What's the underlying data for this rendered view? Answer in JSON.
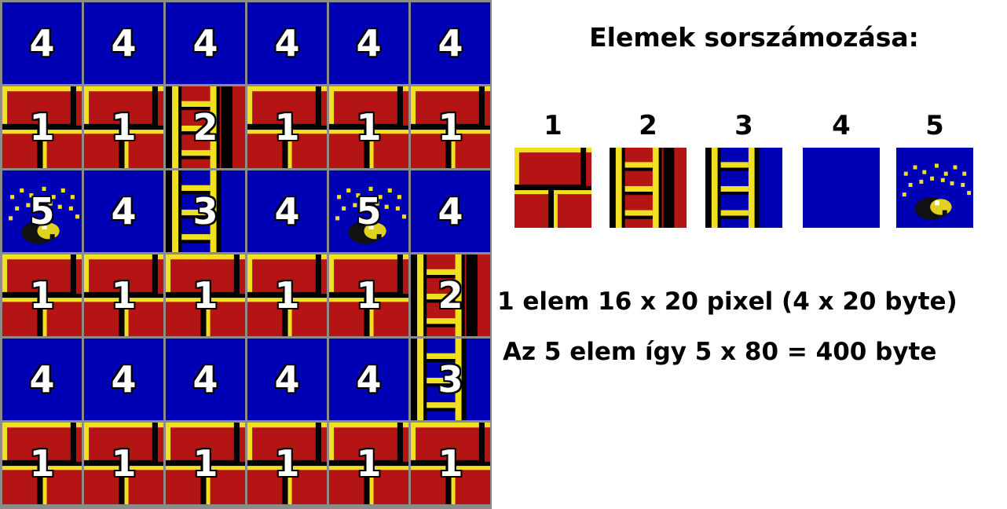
{
  "grid": {
    "rows": [
      [
        "4",
        "4",
        "4",
        "4",
        "4",
        "4"
      ],
      [
        "1",
        "1",
        "2",
        "1",
        "1",
        "1"
      ],
      [
        "5",
        "4",
        "3",
        "4",
        "5",
        "4"
      ],
      [
        "1",
        "1",
        "1",
        "1",
        "1",
        "2"
      ],
      [
        "4",
        "4",
        "4",
        "4",
        "4",
        "3"
      ],
      [
        "1",
        "1",
        "1",
        "1",
        "1",
        "1"
      ]
    ]
  },
  "legend": {
    "title": "Elemek sorszámozása:",
    "items": [
      {
        "number": "1",
        "tile": "brick"
      },
      {
        "number": "2",
        "tile": "ladder-brick"
      },
      {
        "number": "3",
        "tile": "ladder-blue"
      },
      {
        "number": "4",
        "tile": "blue-empty"
      },
      {
        "number": "5",
        "tile": "sparkle-bomb"
      }
    ]
  },
  "info": {
    "line1": "1 elem 16 x 20 pixel (4 x 20 byte)",
    "line2": "Az 5 elem így 5 x 80 = 400 byte"
  },
  "colors": {
    "blue": "#0000b4",
    "brick": "#b41414",
    "yellow": "#f0e020",
    "mortar": "#000000",
    "grid_line": "#8c8c8c"
  }
}
